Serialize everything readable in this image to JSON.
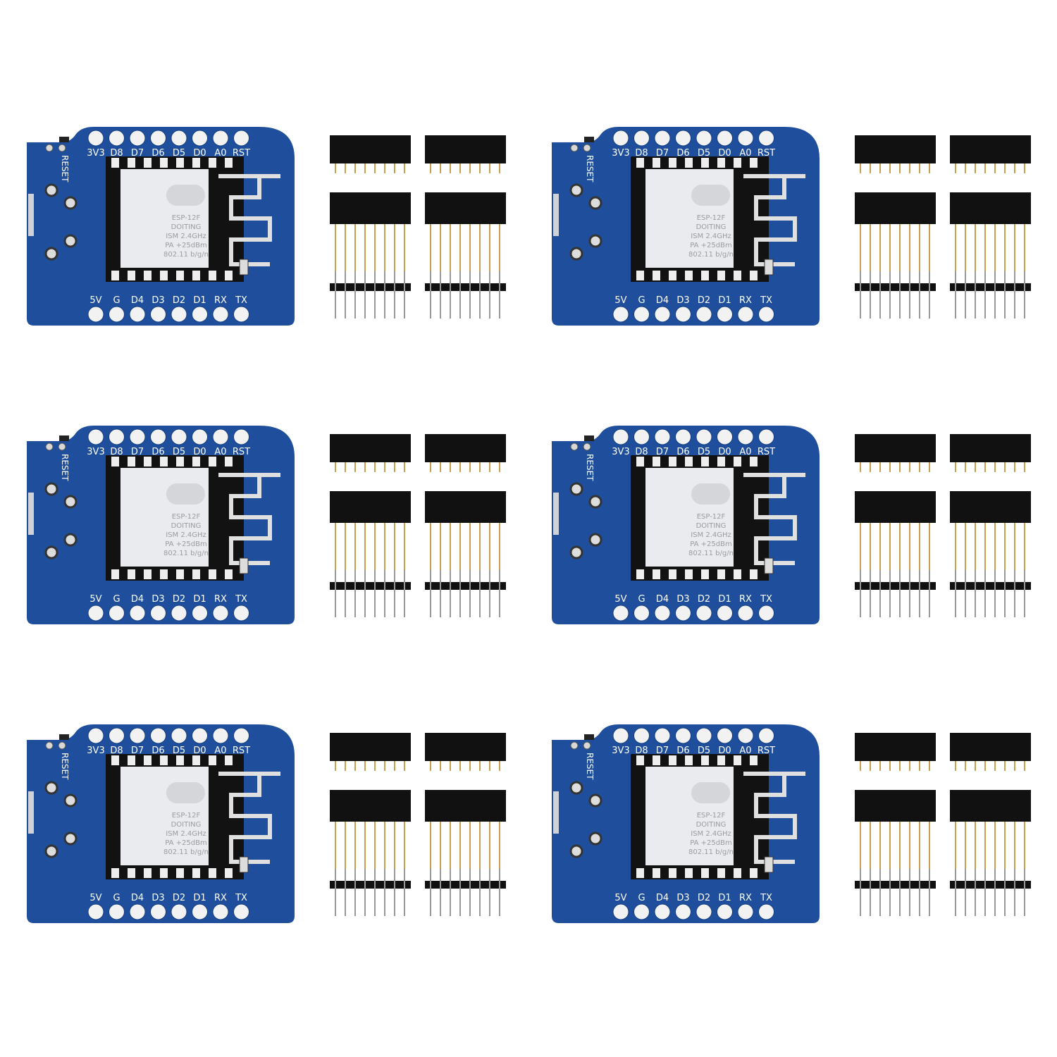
{
  "product": {
    "kit_count": 6,
    "board": {
      "top_pin_labels": [
        "3V3",
        "D8",
        "D7",
        "D6",
        "D5",
        "D0",
        "A0",
        "RST"
      ],
      "bottom_pin_labels": [
        "5V",
        "G",
        "D4",
        "D3",
        "D2",
        "D1",
        "RX",
        "TX"
      ],
      "reset_label": "RESET",
      "module_lines": [
        "ESP-12F",
        "DOITING",
        "ISM 2.4GHz",
        "PA +25dBm",
        "802.11 b/g/n"
      ]
    },
    "colors": {
      "pcb": "#1f4f9c",
      "pcb_dark": "#173f82",
      "module_shield": "#e9ebee",
      "header_plastic": "#111111",
      "pin_gold": "#c8a24a",
      "background": "#ffffff"
    }
  }
}
